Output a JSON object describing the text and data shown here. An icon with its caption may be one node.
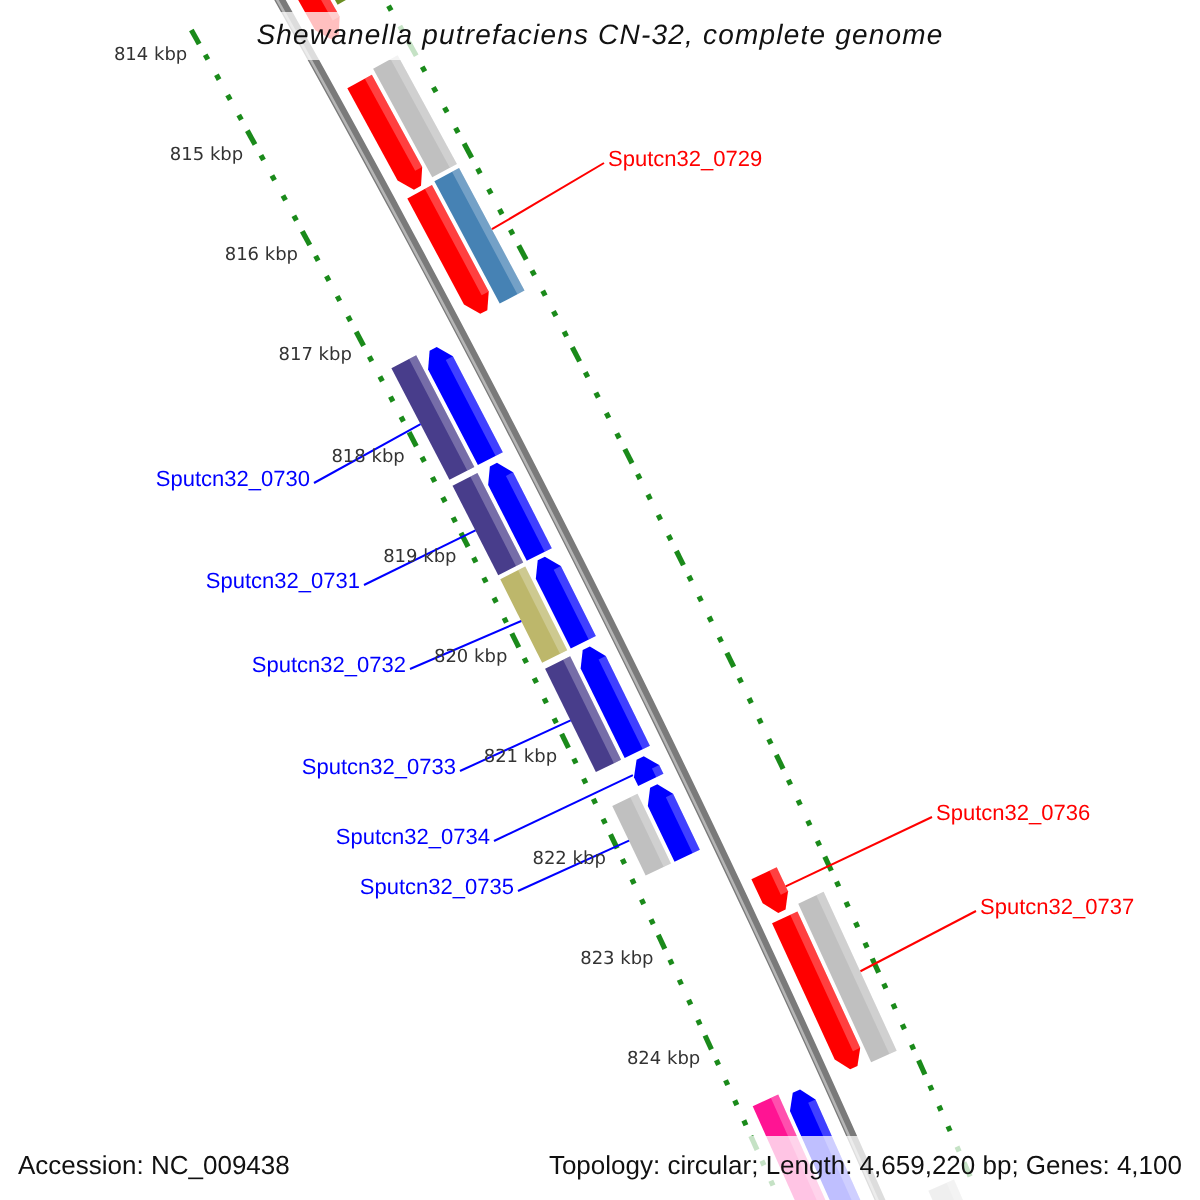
{
  "diagram": {
    "title": "Shewanella putrefaciens CN-32, complete genome",
    "nodes": [
      {
        "text": [
          "Sputcn32_0729"
        ]
      },
      {
        "text": [
          "Sputcn32_0730"
        ]
      },
      {
        "text": [
          "Sputcn32_0731"
        ]
      },
      {
        "text": [
          "Sputcn32_0732"
        ]
      },
      {
        "text": [
          "Sputcn32_0733"
        ]
      },
      {
        "text": [
          "Sputcn32_0734"
        ]
      },
      {
        "text": [
          "Sputcn32_0735"
        ]
      },
      {
        "text": [
          "Sputcn32_0736"
        ]
      },
      {
        "text": [
          "Sputcn32_0737"
        ]
      },
      {
        "text": [],
        "shape": "bar"
      },
      {
        "text": [],
        "shape": "bar"
      },
      {
        "text": [],
        "shape": "bar"
      },
      {
        "text": [],
        "shape": "bar"
      },
      {
        "text": [],
        "shape": "bar"
      },
      {
        "text": [],
        "shape": "bar"
      },
      {
        "text": [],
        "shape": "bar"
      },
      {
        "text": [],
        "shape": "bar"
      },
      {
        "text": [],
        "shape": "bar"
      }
    ],
    "edges": [
      {
        "from": 0,
        "to": 9,
        "arrow": "none",
        "color": "#ff0000"
      },
      {
        "from": 1,
        "to": 10,
        "arrow": "none"
      },
      {
        "from": 2,
        "to": 11,
        "arrow": "none"
      },
      {
        "from": 3,
        "to": 12,
        "arrow": "none"
      },
      {
        "from": 4,
        "to": 13,
        "arrow": "none"
      },
      {
        "from": 5,
        "to": 14,
        "arrow": "none"
      },
      {
        "from": 6,
        "to": 15,
        "arrow": "none"
      },
      {
        "from": 7,
        "to": 16,
        "arrow": "none",
        "color": "#ff0000"
      },
      {
        "from": 8,
        "to": 17,
        "arrow": "none",
        "color": "#ff0000"
      }
    ],
    "labels": [
      "814 kbp",
      "815 kbp",
      "816 kbp",
      "817 kbp",
      "818 kbp",
      "819 kbp",
      "820 kbp",
      "821 kbp",
      "822 kbp",
      "823 kbp",
      "824 kbp",
      "Accession: NC_009438",
      "Topology: circular; Length: 4,659,220 bp; Genes: 4,100"
    ]
  }
}
